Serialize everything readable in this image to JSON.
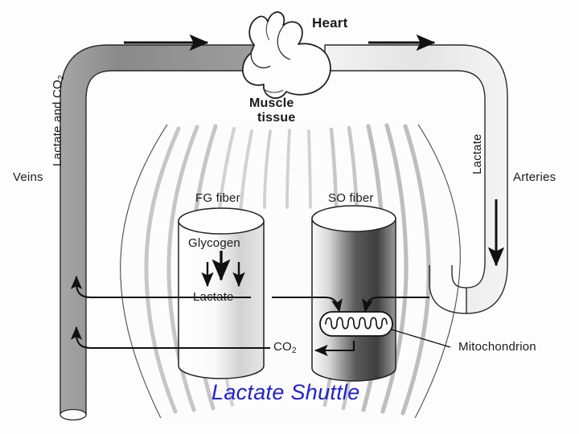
{
  "figure": {
    "caption": "Lactate Shuttle",
    "caption_color": "#2222cc",
    "background_color": "#fdfdfd",
    "ink_color": "#1a1a1a"
  },
  "labels": {
    "heart": "Heart",
    "muscle_tissue_line1": "Muscle",
    "muscle_tissue_line2": "tissue",
    "veins": "Veins",
    "arteries": "Arteries",
    "vein_contents_pre": "Lactate and CO",
    "vein_contents_sub": "2",
    "artery_contents": "Lactate",
    "fg_fiber": "FG fiber",
    "so_fiber": "SO fiber",
    "glycogen": "Glycogen",
    "lactate_fg": "Lactate",
    "co2_pre": "CO",
    "co2_sub": "2",
    "mitochondrion": "Mitochondrion"
  },
  "colors": {
    "vein_fill": "#8c8c8c",
    "artery_fill": "#e8e8e8",
    "fg_fiber_light": "#fdfdfd",
    "fg_fiber_shade": "#cfcfcf",
    "so_fiber_dark": "#4a4a4a",
    "striation": "#b8b8b8",
    "outline": "#1a1a1a"
  }
}
